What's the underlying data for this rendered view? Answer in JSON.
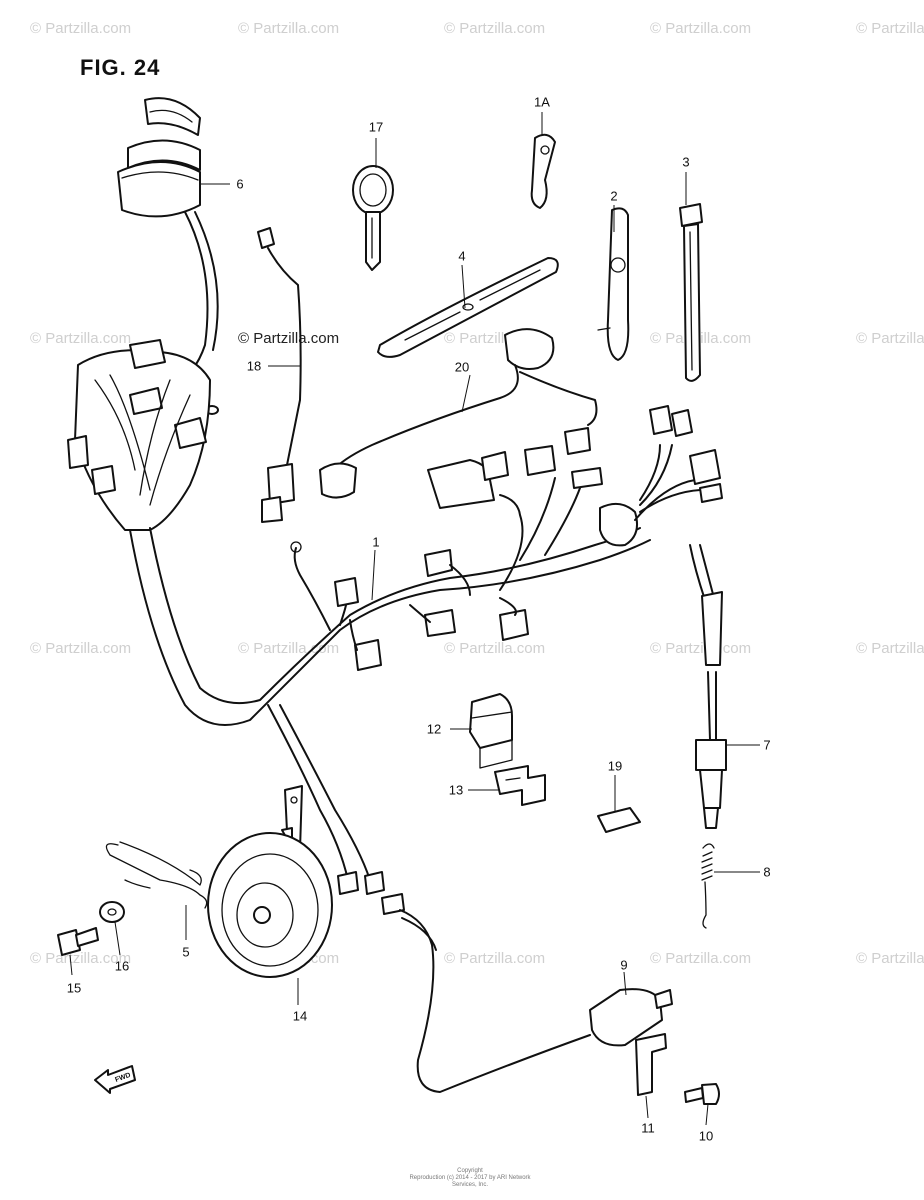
{
  "figure": {
    "title": "FIG. 24"
  },
  "watermark": {
    "text": "© Partzilla.com"
  },
  "callouts": {
    "c1": "1",
    "c1a": "1A",
    "c2": "2",
    "c3": "3",
    "c4": "4",
    "c5": "5",
    "c6": "6",
    "c7": "7",
    "c8": "8",
    "c9": "9",
    "c10": "10",
    "c11": "11",
    "c12": "12",
    "c13": "13",
    "c14": "14",
    "c15": "15",
    "c16": "16",
    "c17": "17",
    "c18": "18",
    "c19": "19",
    "c20": "20"
  },
  "icons": {
    "fwd_arrow": "FWD"
  },
  "footer": {
    "line1": "Copyright",
    "line2": "Reproduction (c) 2014 - 2017 by ARI Network Services, Inc."
  }
}
